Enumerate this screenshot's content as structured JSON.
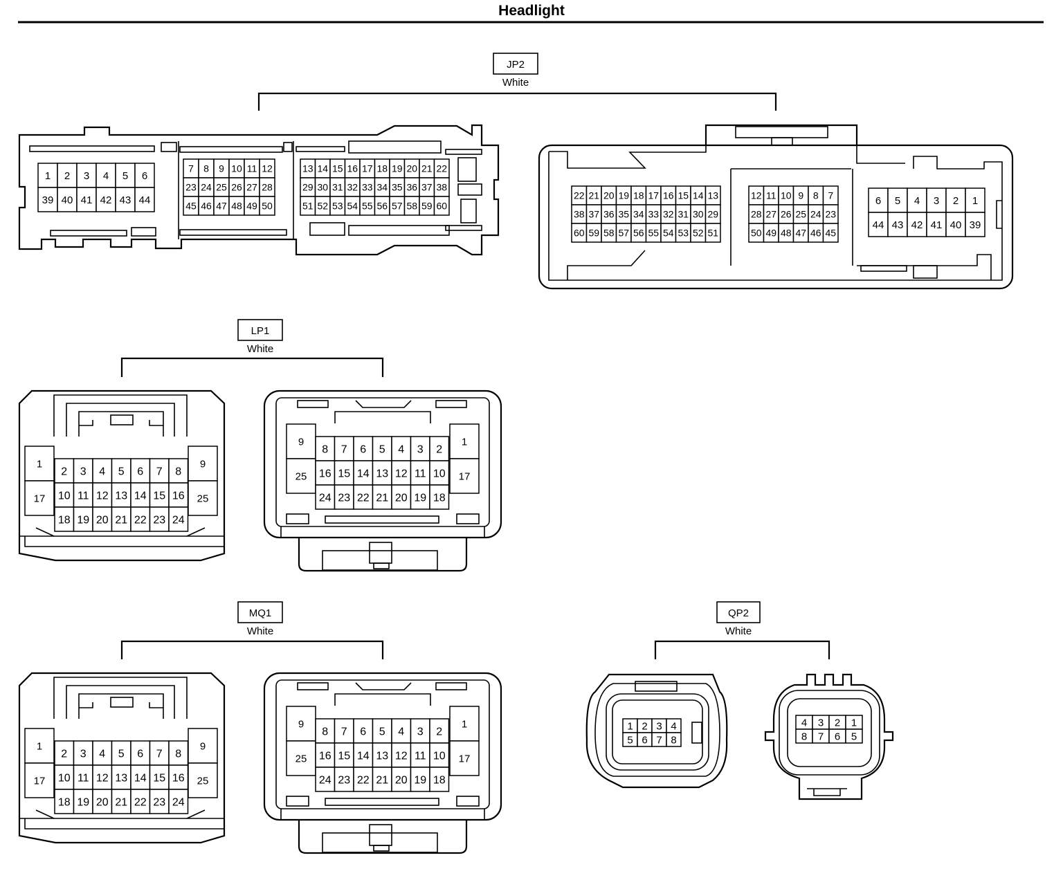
{
  "page": {
    "title": "Headlight"
  },
  "connectors": [
    {
      "id": "jp2",
      "name": "JP2",
      "color": "White"
    },
    {
      "id": "lp1",
      "name": "LP1",
      "color": "White"
    },
    {
      "id": "mq1",
      "name": "MQ1",
      "color": "White"
    },
    {
      "id": "qp2",
      "name": "QP2",
      "color": "White"
    }
  ],
  "pinouts": {
    "jp2_left": {
      "block1": [
        [
          "1",
          "2",
          "3",
          "4",
          "5",
          "6"
        ],
        [
          "39",
          "40",
          "41",
          "42",
          "43",
          "44"
        ]
      ],
      "block2": [
        [
          "7",
          "8",
          "9",
          "10",
          "11",
          "12"
        ],
        [
          "23",
          "24",
          "25",
          "26",
          "27",
          "28"
        ],
        [
          "45",
          "46",
          "47",
          "48",
          "49",
          "50"
        ]
      ],
      "block3": [
        [
          "13",
          "14",
          "15",
          "16",
          "17",
          "18",
          "19",
          "20",
          "21",
          "22"
        ],
        [
          "29",
          "30",
          "31",
          "32",
          "33",
          "34",
          "35",
          "36",
          "37",
          "38"
        ],
        [
          "51",
          "52",
          "53",
          "54",
          "55",
          "56",
          "57",
          "58",
          "59",
          "60"
        ]
      ]
    },
    "jp2_right": {
      "block3": [
        [
          "22",
          "21",
          "20",
          "19",
          "18",
          "17",
          "16",
          "15",
          "14",
          "13"
        ],
        [
          "38",
          "37",
          "36",
          "35",
          "34",
          "33",
          "32",
          "31",
          "30",
          "29"
        ],
        [
          "60",
          "59",
          "58",
          "57",
          "56",
          "55",
          "54",
          "53",
          "52",
          "51"
        ]
      ],
      "block2": [
        [
          "12",
          "11",
          "10",
          "9",
          "8",
          "7"
        ],
        [
          "28",
          "27",
          "26",
          "25",
          "24",
          "23"
        ],
        [
          "50",
          "49",
          "48",
          "47",
          "46",
          "45"
        ]
      ],
      "block1": [
        [
          "6",
          "5",
          "4",
          "3",
          "2",
          "1"
        ],
        [
          "44",
          "43",
          "42",
          "41",
          "40",
          "39"
        ]
      ]
    },
    "p25_left": {
      "left": [
        "1",
        "17"
      ],
      "center": [
        [
          "2",
          "3",
          "4",
          "5",
          "6",
          "7",
          "8"
        ],
        [
          "10",
          "11",
          "12",
          "13",
          "14",
          "15",
          "16"
        ],
        [
          "18",
          "19",
          "20",
          "21",
          "22",
          "23",
          "24"
        ]
      ],
      "right": [
        "9",
        "25"
      ]
    },
    "p25_right": {
      "left": [
        "9",
        "25"
      ],
      "center": [
        [
          "8",
          "7",
          "6",
          "5",
          "4",
          "3",
          "2"
        ],
        [
          "16",
          "15",
          "14",
          "13",
          "12",
          "11",
          "10"
        ],
        [
          "24",
          "23",
          "22",
          "21",
          "20",
          "19",
          "18"
        ]
      ],
      "right": [
        "1",
        "17"
      ]
    },
    "qp2_left": [
      [
        "1",
        "2",
        "3",
        "4"
      ],
      [
        "5",
        "6",
        "7",
        "8"
      ]
    ],
    "qp2_right": [
      [
        "4",
        "3",
        "2",
        "1"
      ],
      [
        "8",
        "7",
        "6",
        "5"
      ]
    ]
  }
}
